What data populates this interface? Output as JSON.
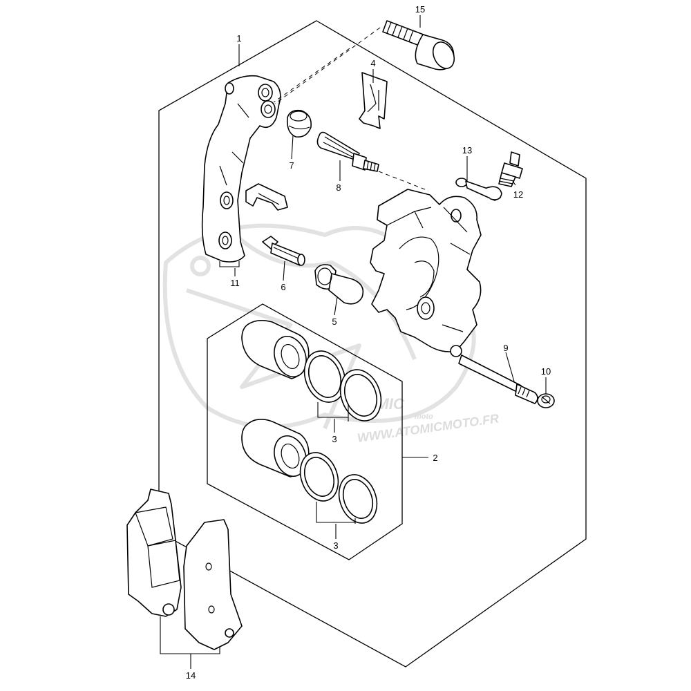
{
  "callouts": {
    "c1": "1",
    "c2": "2",
    "c3a": "3",
    "c3b": "3",
    "c4": "4",
    "c5": "5",
    "c6": "6",
    "c7": "7",
    "c8": "8",
    "c9": "9",
    "c10": "10",
    "c11": "11",
    "c12": "12",
    "c13": "13",
    "c14": "14",
    "c15": "15"
  },
  "watermark": {
    "brand": "ATOMIC",
    "sub": "moto",
    "url": "WWW.ATOMICMOTO.FR"
  }
}
